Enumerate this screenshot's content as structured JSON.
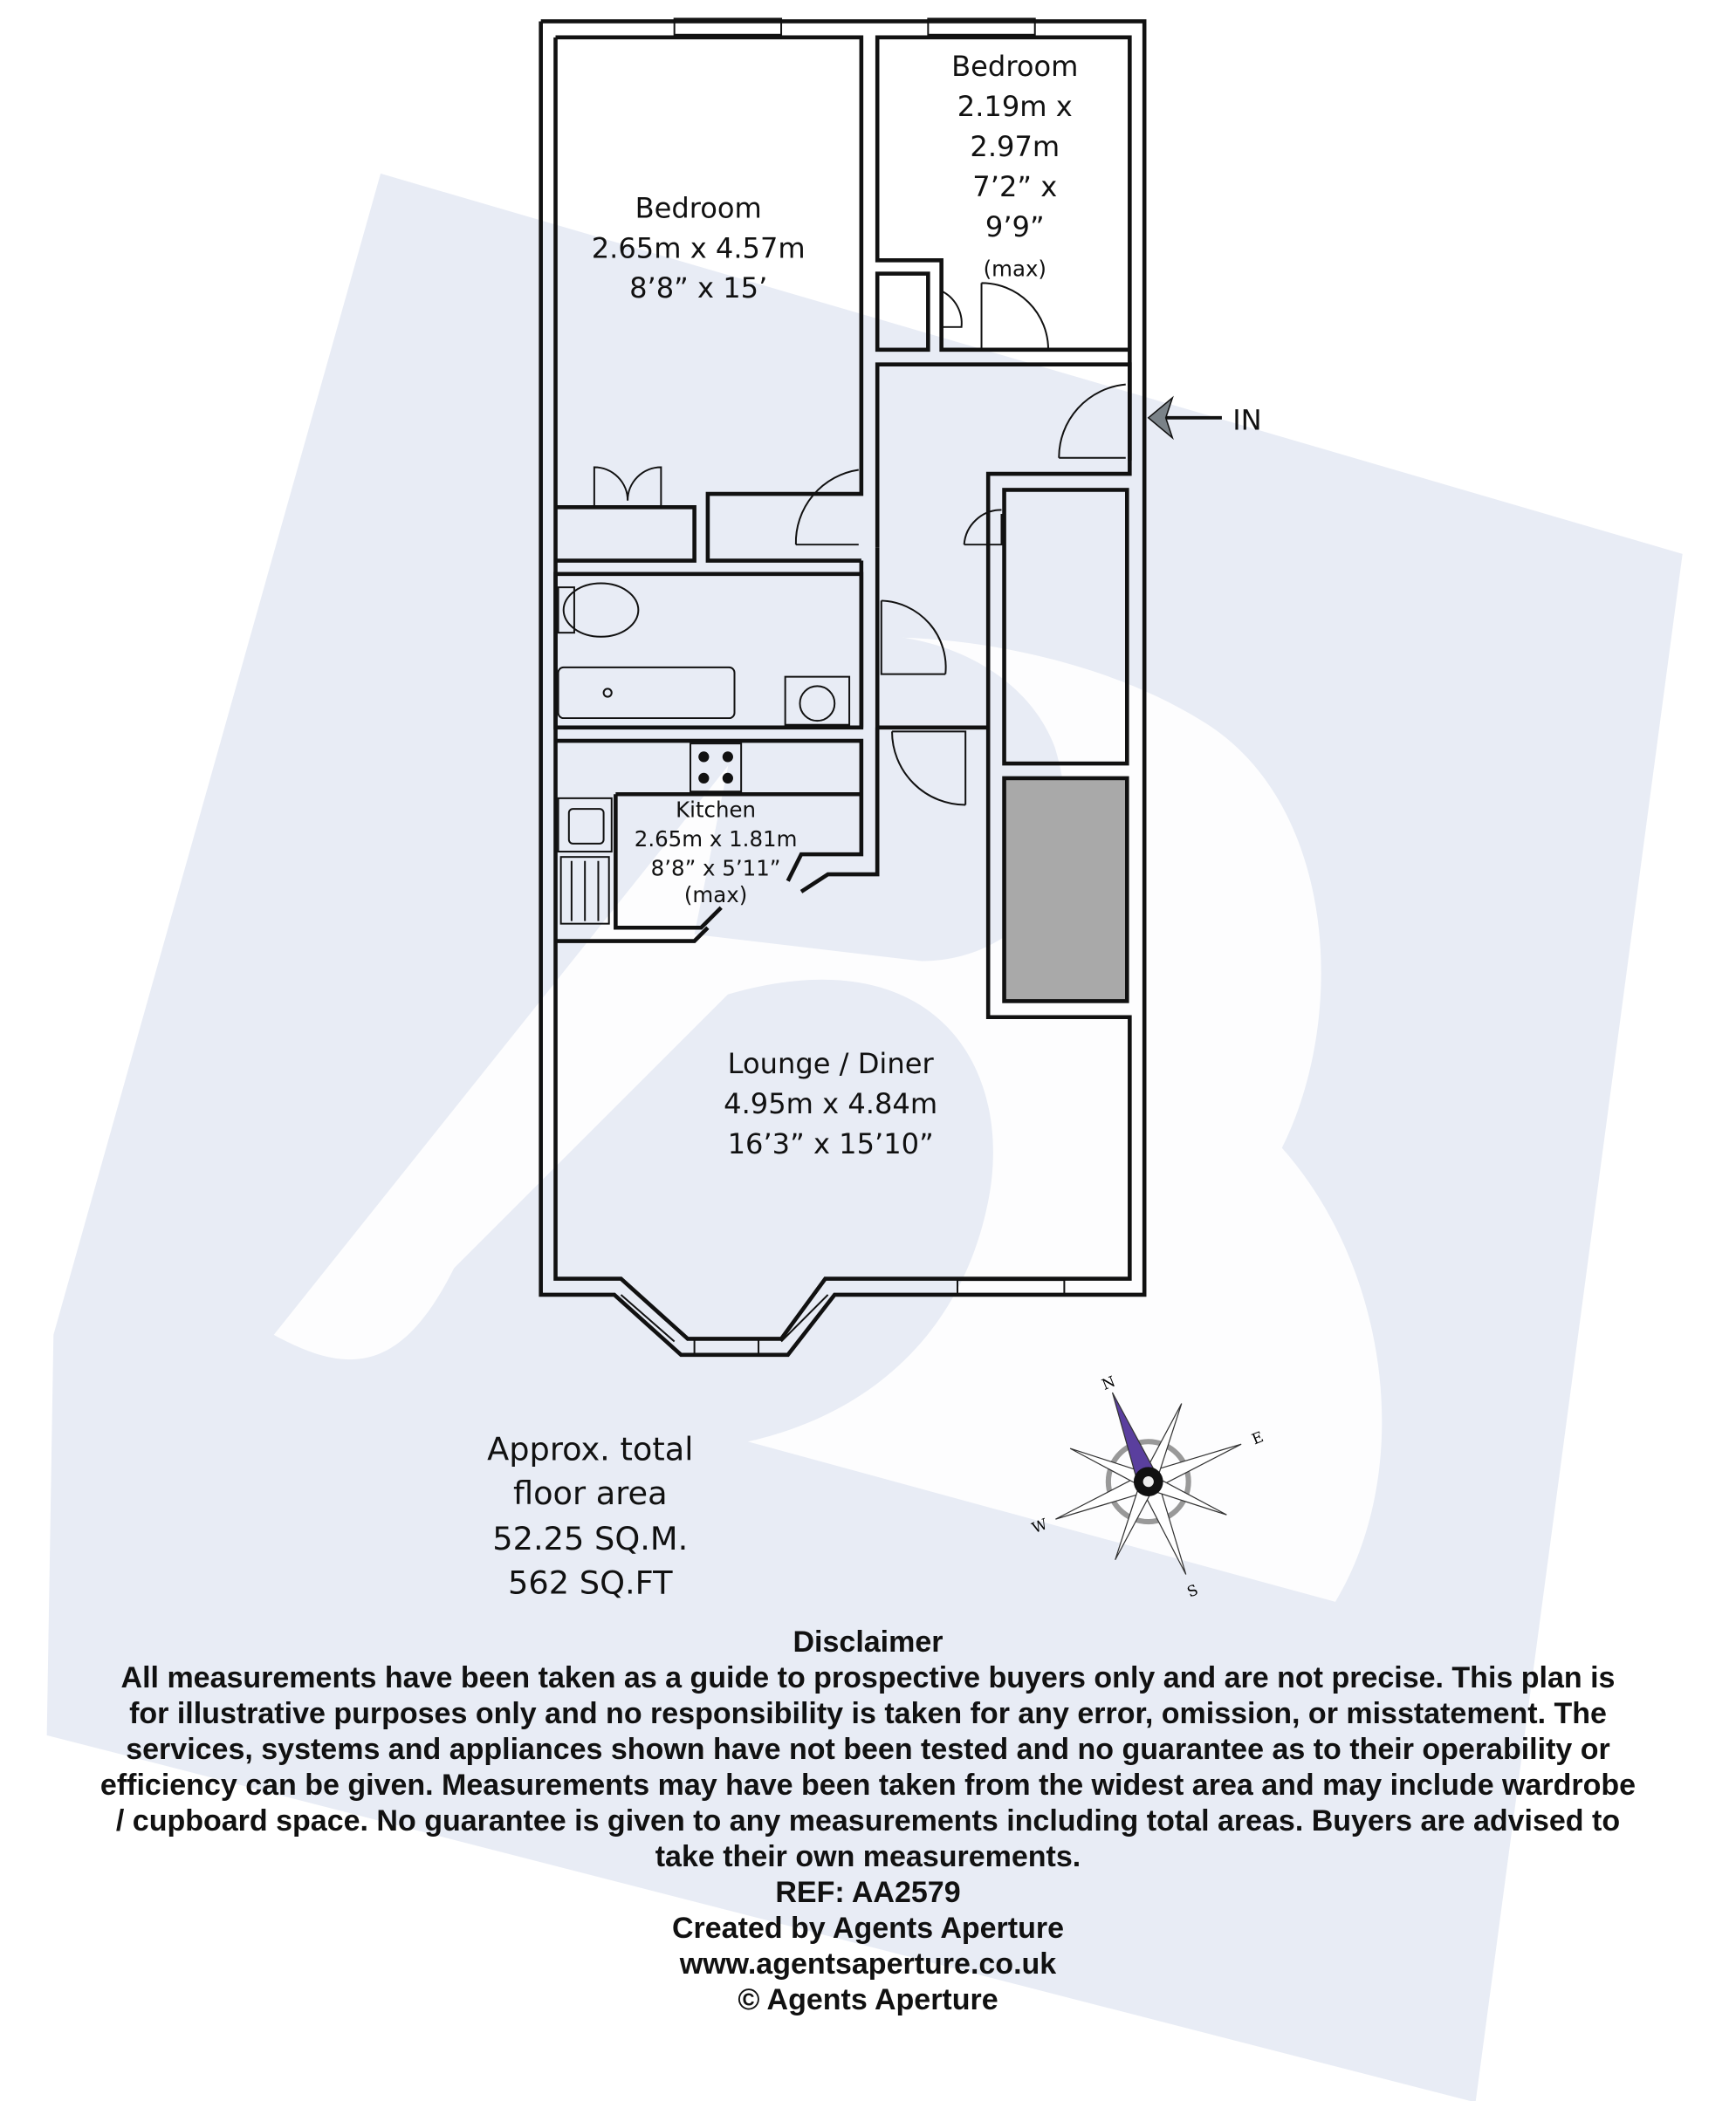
{
  "rooms": {
    "bedroom1": {
      "name": "Bedroom",
      "metric": "2.65m x 4.57m",
      "imperial": "8’8” x 15’"
    },
    "bedroom2": {
      "name": "Bedroom",
      "metric_1": "2.19m x",
      "metric_2": "2.97m",
      "imperial_1": "7’2” x",
      "imperial_2": "9’9”",
      "note": "(max)"
    },
    "kitchen": {
      "name": "Kitchen",
      "metric": "2.65m x 1.81m",
      "imperial": "8’8” x 5’11”",
      "note": "(max)"
    },
    "lounge": {
      "name": "Lounge / Diner",
      "metric": "4.95m x 4.84m",
      "imperial": "16’3” x 15’10”"
    }
  },
  "entrance_label": "IN",
  "area": {
    "line1": "Approx. total",
    "line2": "floor area",
    "sqm": "52.25 SQ.M.",
    "sqft": "562 SQ.FT"
  },
  "compass": {
    "n": "N",
    "e": "E",
    "s": "S",
    "w": "W",
    "needle_color": "#5a3f9e"
  },
  "disclaimer": {
    "title": "Disclaimer",
    "lines": [
      "All measurements have been taken as a guide to prospective buyers only and are not precise. This plan is",
      "for illustrative purposes only and no responsibility is taken for any error, omission, or misstatement. The",
      "services, systems and appliances shown have not been tested and no guarantee as to their operability or",
      "efficiency can be given. Measurements may have been taken from the widest area and may include wardrobe",
      "/ cupboard space. No guarantee is given to any measurements including total areas. Buyers are advised to",
      "take their own measurements."
    ],
    "ref": "REF: AA2579",
    "created": "Created by Agents Aperture",
    "url": "www.agentsaperture.co.uk",
    "copyright": "© Agents Aperture"
  },
  "colors": {
    "watermark": "#e8ecf5",
    "wall": "#111111",
    "cupboard_fill": "#a9a9a9"
  }
}
